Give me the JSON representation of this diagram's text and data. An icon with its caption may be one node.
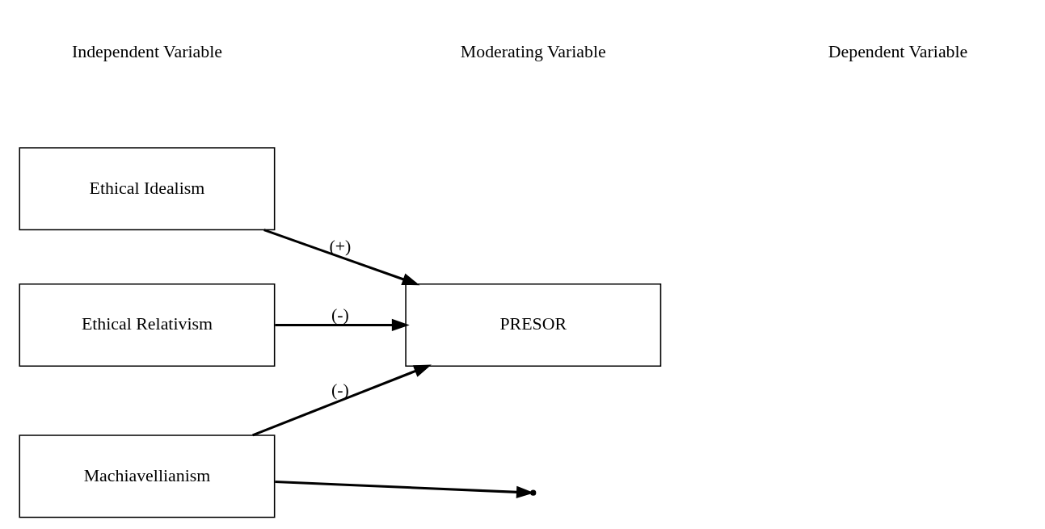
{
  "diagram": {
    "nodes": [
      {
        "text": [
          "Ethical Idealism"
        ]
      },
      {
        "text": [
          "Ethical Relativism"
        ]
      },
      {
        "text": [
          "PRESOR"
        ]
      },
      {
        "text": [
          "Machiavellianism"
        ]
      }
    ],
    "edges": [
      {
        "from": 0,
        "to": 2,
        "arrow": "to",
        "label": "(+)"
      },
      {
        "from": 1,
        "to": 2,
        "arrow": "to",
        "label": "(-)"
      },
      {
        "from": 3,
        "to": null,
        "arrow": "to"
      },
      {
        "from": 3,
        "to": 2,
        "arrow": "to",
        "label": "(-)"
      }
    ],
    "labels": [
      "Independent Variable",
      "Moderating Variable",
      "Dependent Variable"
    ]
  }
}
